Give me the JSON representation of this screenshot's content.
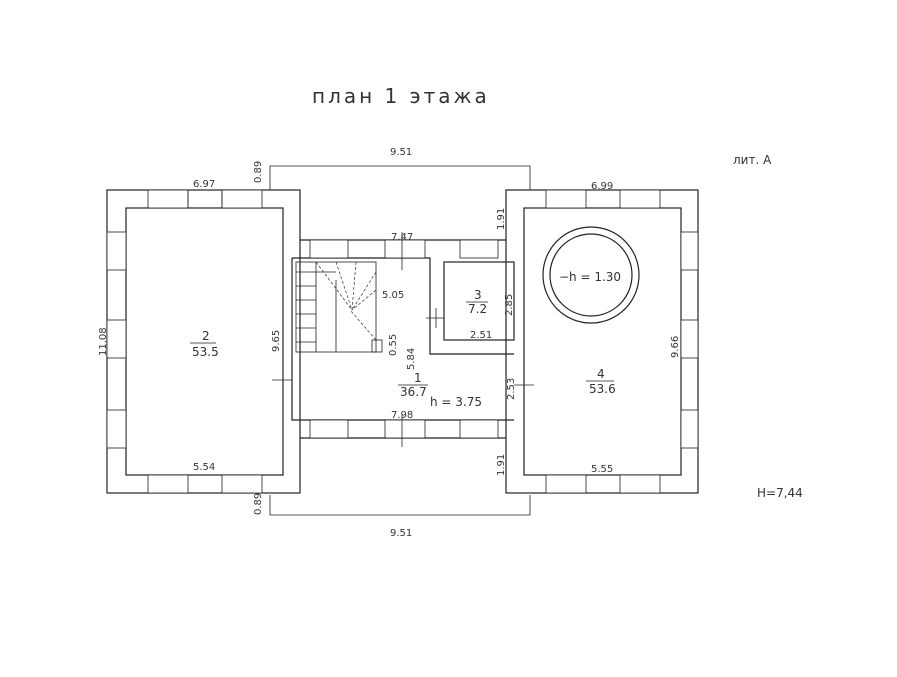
{
  "title": "план 1 этажа",
  "lit": "лит. А",
  "total_height": "Н=7,44",
  "rooms": [
    {
      "number": "1",
      "area": "36.7",
      "height": "h = 3.75"
    },
    {
      "number": "2",
      "area": "53.5"
    },
    {
      "number": "3",
      "area": "7.2"
    },
    {
      "number": "4",
      "area": "53.6"
    }
  ],
  "pool_label": "−h = 1.30",
  "dims": {
    "top_overall": "9.51",
    "bottom_overall": "9.51",
    "left_top": "6.97",
    "left_bottom": "5.54",
    "left_height": "11.08",
    "left_inner_height": "9.65",
    "notch_top_left": "0.89",
    "notch_bottom_left": "0.89",
    "right_top": "6.99",
    "right_bottom": "5.55",
    "right_height": "9.66",
    "right_notch_top": "1.91",
    "right_notch_bottom": "1.91",
    "center_top": "7.47",
    "center_bottom": "7.98",
    "stair_len": "5.05",
    "center_height": "5.84",
    "step": "0.55",
    "room3_height": "2.85",
    "room3_width": "2.51",
    "passage": "2.53"
  }
}
